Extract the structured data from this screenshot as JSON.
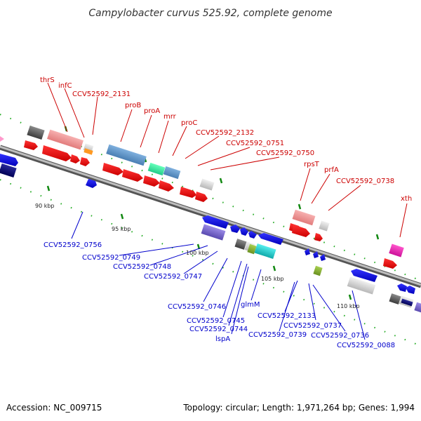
{
  "title": "Campylobacter curvus 525.92, complete genome",
  "footer": {
    "accession": "Accession: NC_009715",
    "summary": "Topology: circular; Length: 1,971,264 bp; Genes: 1,994"
  },
  "scale_labels": [
    "90 kbp",
    "95 kbp",
    "100 kbp",
    "105 kbp",
    "110 kbp"
  ],
  "forward_genes": [
    "thrS",
    "infC",
    "CCV52592_2131",
    "proB",
    "proA",
    "mrr",
    "proC",
    "CCV52592_2132",
    "CCV52592_0751",
    "CCV52592_0750",
    "rpsT",
    "prfA",
    "CCV52592_0738",
    "xth"
  ],
  "reverse_genes": [
    "CCV52592_0756",
    "CCV52592_0749",
    "CCV52592_0748",
    "CCV52592_0747",
    "CCV52592_0746",
    "CCV52592_0745",
    "CCV52592_0744",
    "lspA",
    "glmM",
    "CCV52592_2133",
    "CCV52592_0739",
    "CCV52592_0737",
    "CCV52592_0736",
    "CCV52592_0088"
  ],
  "colors": {
    "forward_label": "#cc0000",
    "reverse_label": "#0000cc",
    "backbone": "#888888",
    "tick": "#118811"
  }
}
